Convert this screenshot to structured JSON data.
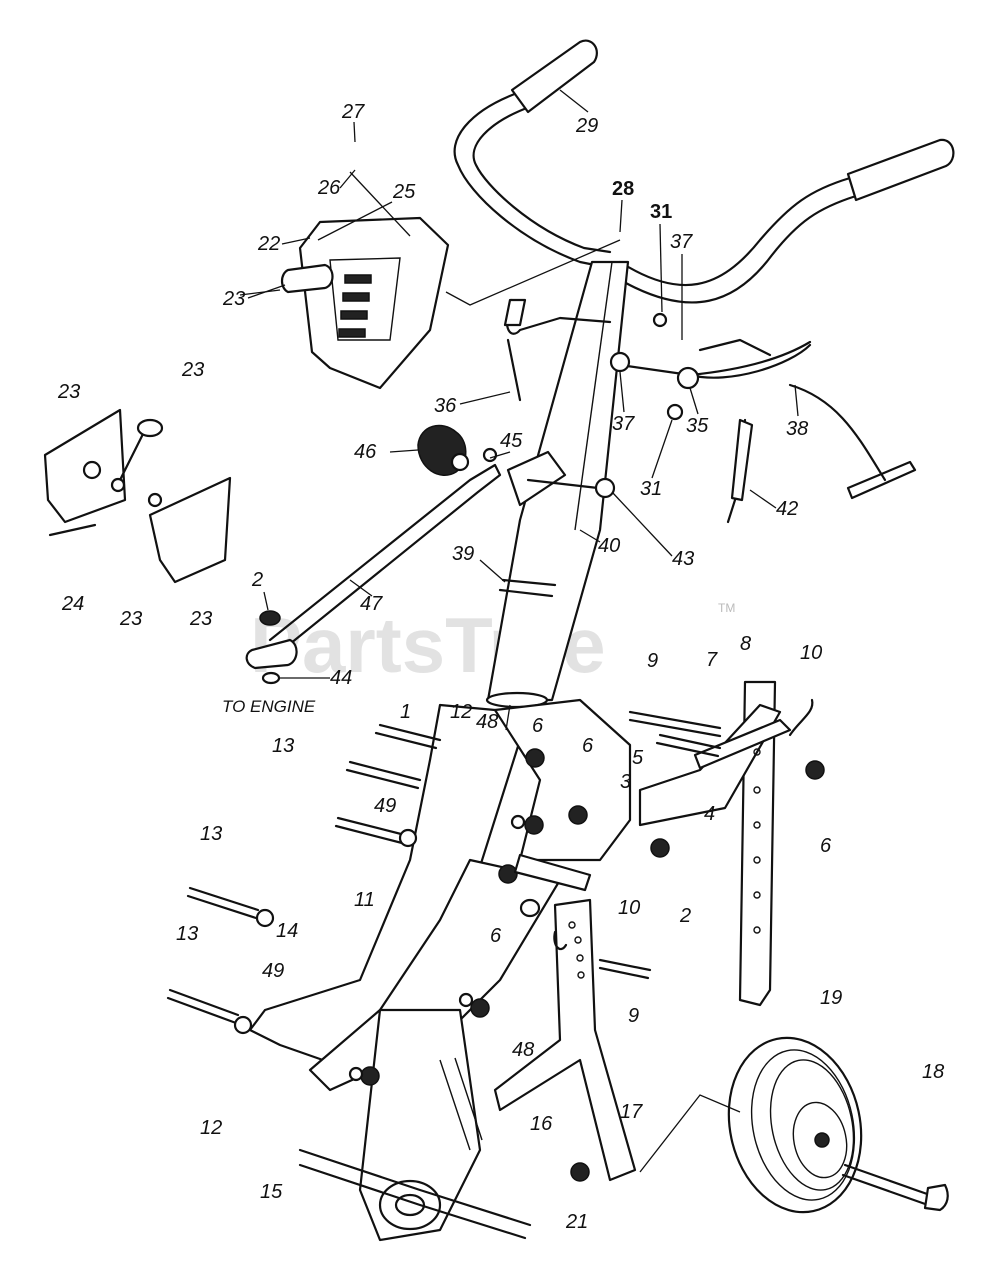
{
  "watermark": {
    "text": "PartsTree",
    "tm": "TM"
  },
  "note_to_engine": "TO ENGINE",
  "labels": {
    "l27": "27",
    "l26": "26",
    "l25": "25",
    "l22": "22",
    "l23a": "23",
    "l29": "29",
    "l28": "28",
    "l31a": "31",
    "l37a": "37",
    "l23b": "23",
    "l23c": "23",
    "l24": "24",
    "l23d": "23",
    "l23e": "23",
    "l36": "36",
    "l37b": "37",
    "l35": "35",
    "l38": "38",
    "l31b": "31",
    "l46": "46",
    "l45": "45",
    "l40": "40",
    "l43": "43",
    "l42": "42",
    "l39": "39",
    "l2a": "2",
    "l47": "47",
    "l44": "44",
    "l9a": "9",
    "l7": "7",
    "l8": "8",
    "l10a": "10",
    "l5": "5",
    "l3": "3",
    "l4": "4",
    "l6c": "6",
    "l1": "1",
    "l12a": "12",
    "l48a": "48",
    "l6a": "6",
    "l6b": "6",
    "l13a": "13",
    "l49a": "49",
    "l11": "11",
    "l6d": "6",
    "l2b": "2",
    "l10b": "10",
    "l13b": "13",
    "l14": "14",
    "l13c": "13",
    "l49b": "49",
    "l9b": "9",
    "l48b": "48",
    "l19": "19",
    "l18": "18",
    "l12b": "12",
    "l16": "16",
    "l17": "17",
    "l15": "15",
    "l21": "21"
  }
}
